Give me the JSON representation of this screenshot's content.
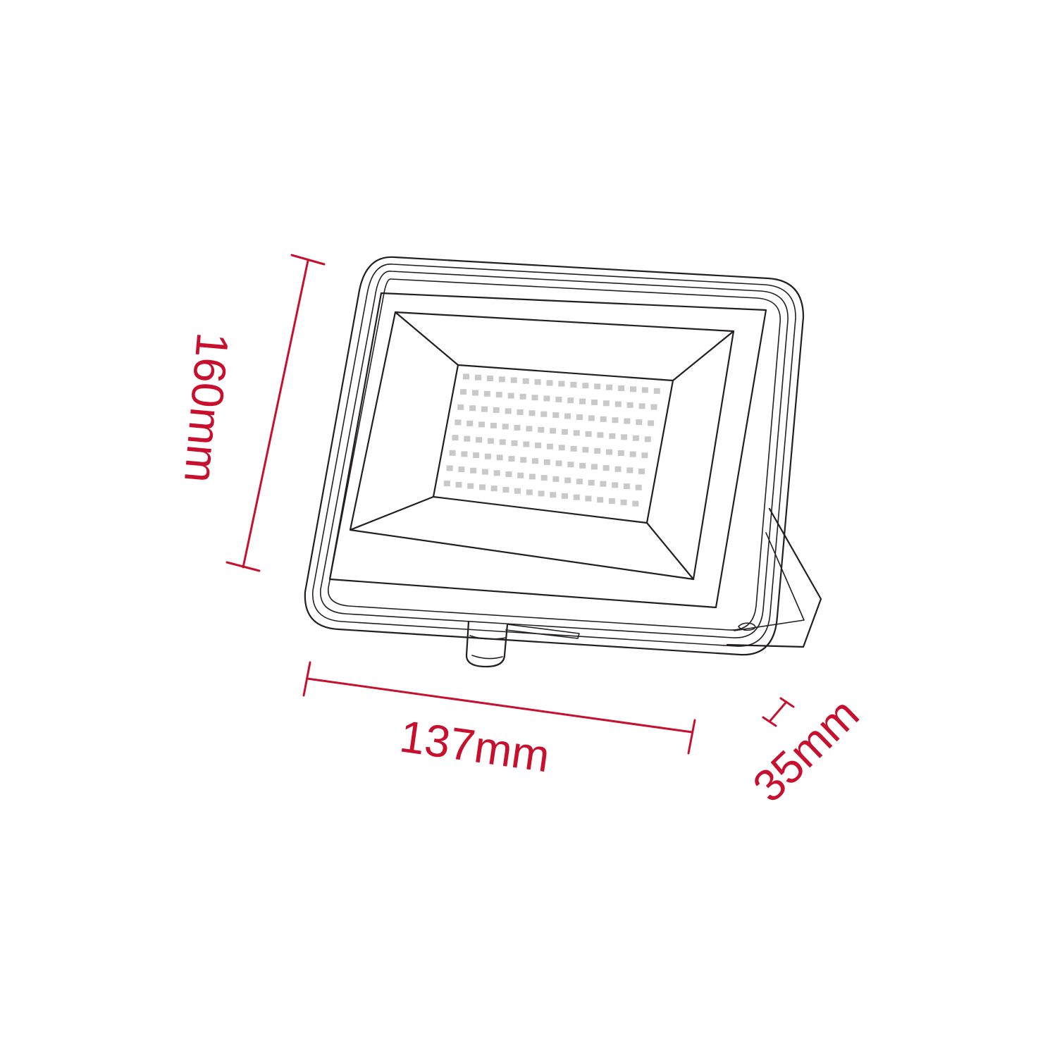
{
  "colors": {
    "dimension": "#c8102e",
    "outline": "#231f20",
    "led": "#c9c9c9"
  },
  "dimensions": {
    "height": "160mm",
    "width": "137mm",
    "depth": "35mm"
  },
  "led_grid": {
    "rows": 8,
    "columns": 17
  }
}
